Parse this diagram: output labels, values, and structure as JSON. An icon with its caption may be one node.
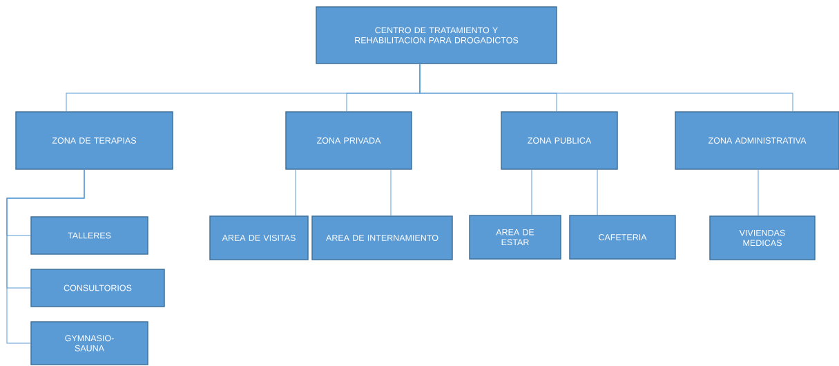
{
  "diagram": {
    "nodes": [
      {
        "text": [
          "CENTRO DE TRATAMIENTO Y REHABILITACION PARA DROGADICTOS"
        ]
      },
      {
        "text": [
          "ZONA DE TERAPIAS"
        ]
      },
      {
        "text": [
          "ZONA PRIVADA"
        ]
      },
      {
        "text": [
          "ZONA PUBLICA"
        ]
      },
      {
        "text": [
          "ZONA ADMINISTRATIVA"
        ]
      },
      {
        "text": [
          "TALLERES"
        ]
      },
      {
        "text": [
          "CONSULTORIOS"
        ]
      },
      {
        "text": [
          "GYMNASIO-SAUNA"
        ]
      },
      {
        "text": [
          "AREA DE VISITAS"
        ]
      },
      {
        "text": [
          "AREA DE INTERNAMIENTO"
        ]
      },
      {
        "text": [
          "AREA DE ESTAR"
        ]
      },
      {
        "text": [
          "CAFETERIA"
        ]
      },
      {
        "text": [
          "VIVIENDAS MEDICAS"
        ]
      }
    ],
    "edges": [
      {
        "from": 0,
        "to": 1,
        "arrow": "none"
      },
      {
        "from": 0,
        "to": 2,
        "arrow": "none"
      },
      {
        "from": 0,
        "to": 3,
        "arrow": "none"
      },
      {
        "from": 0,
        "to": 4,
        "arrow": "none"
      },
      {
        "from": 1,
        "to": 5,
        "arrow": "none"
      },
      {
        "from": 1,
        "to": 6,
        "arrow": "none"
      },
      {
        "from": 1,
        "to": 7,
        "arrow": "none"
      },
      {
        "from": 2,
        "to": 8,
        "arrow": "none"
      },
      {
        "from": 2,
        "to": 9,
        "arrow": "none"
      },
      {
        "from": 3,
        "to": 10,
        "arrow": "none"
      },
      {
        "from": 3,
        "to": 11,
        "arrow": "none"
      },
      {
        "from": 4,
        "to": 12,
        "arrow": "none"
      }
    ]
  }
}
